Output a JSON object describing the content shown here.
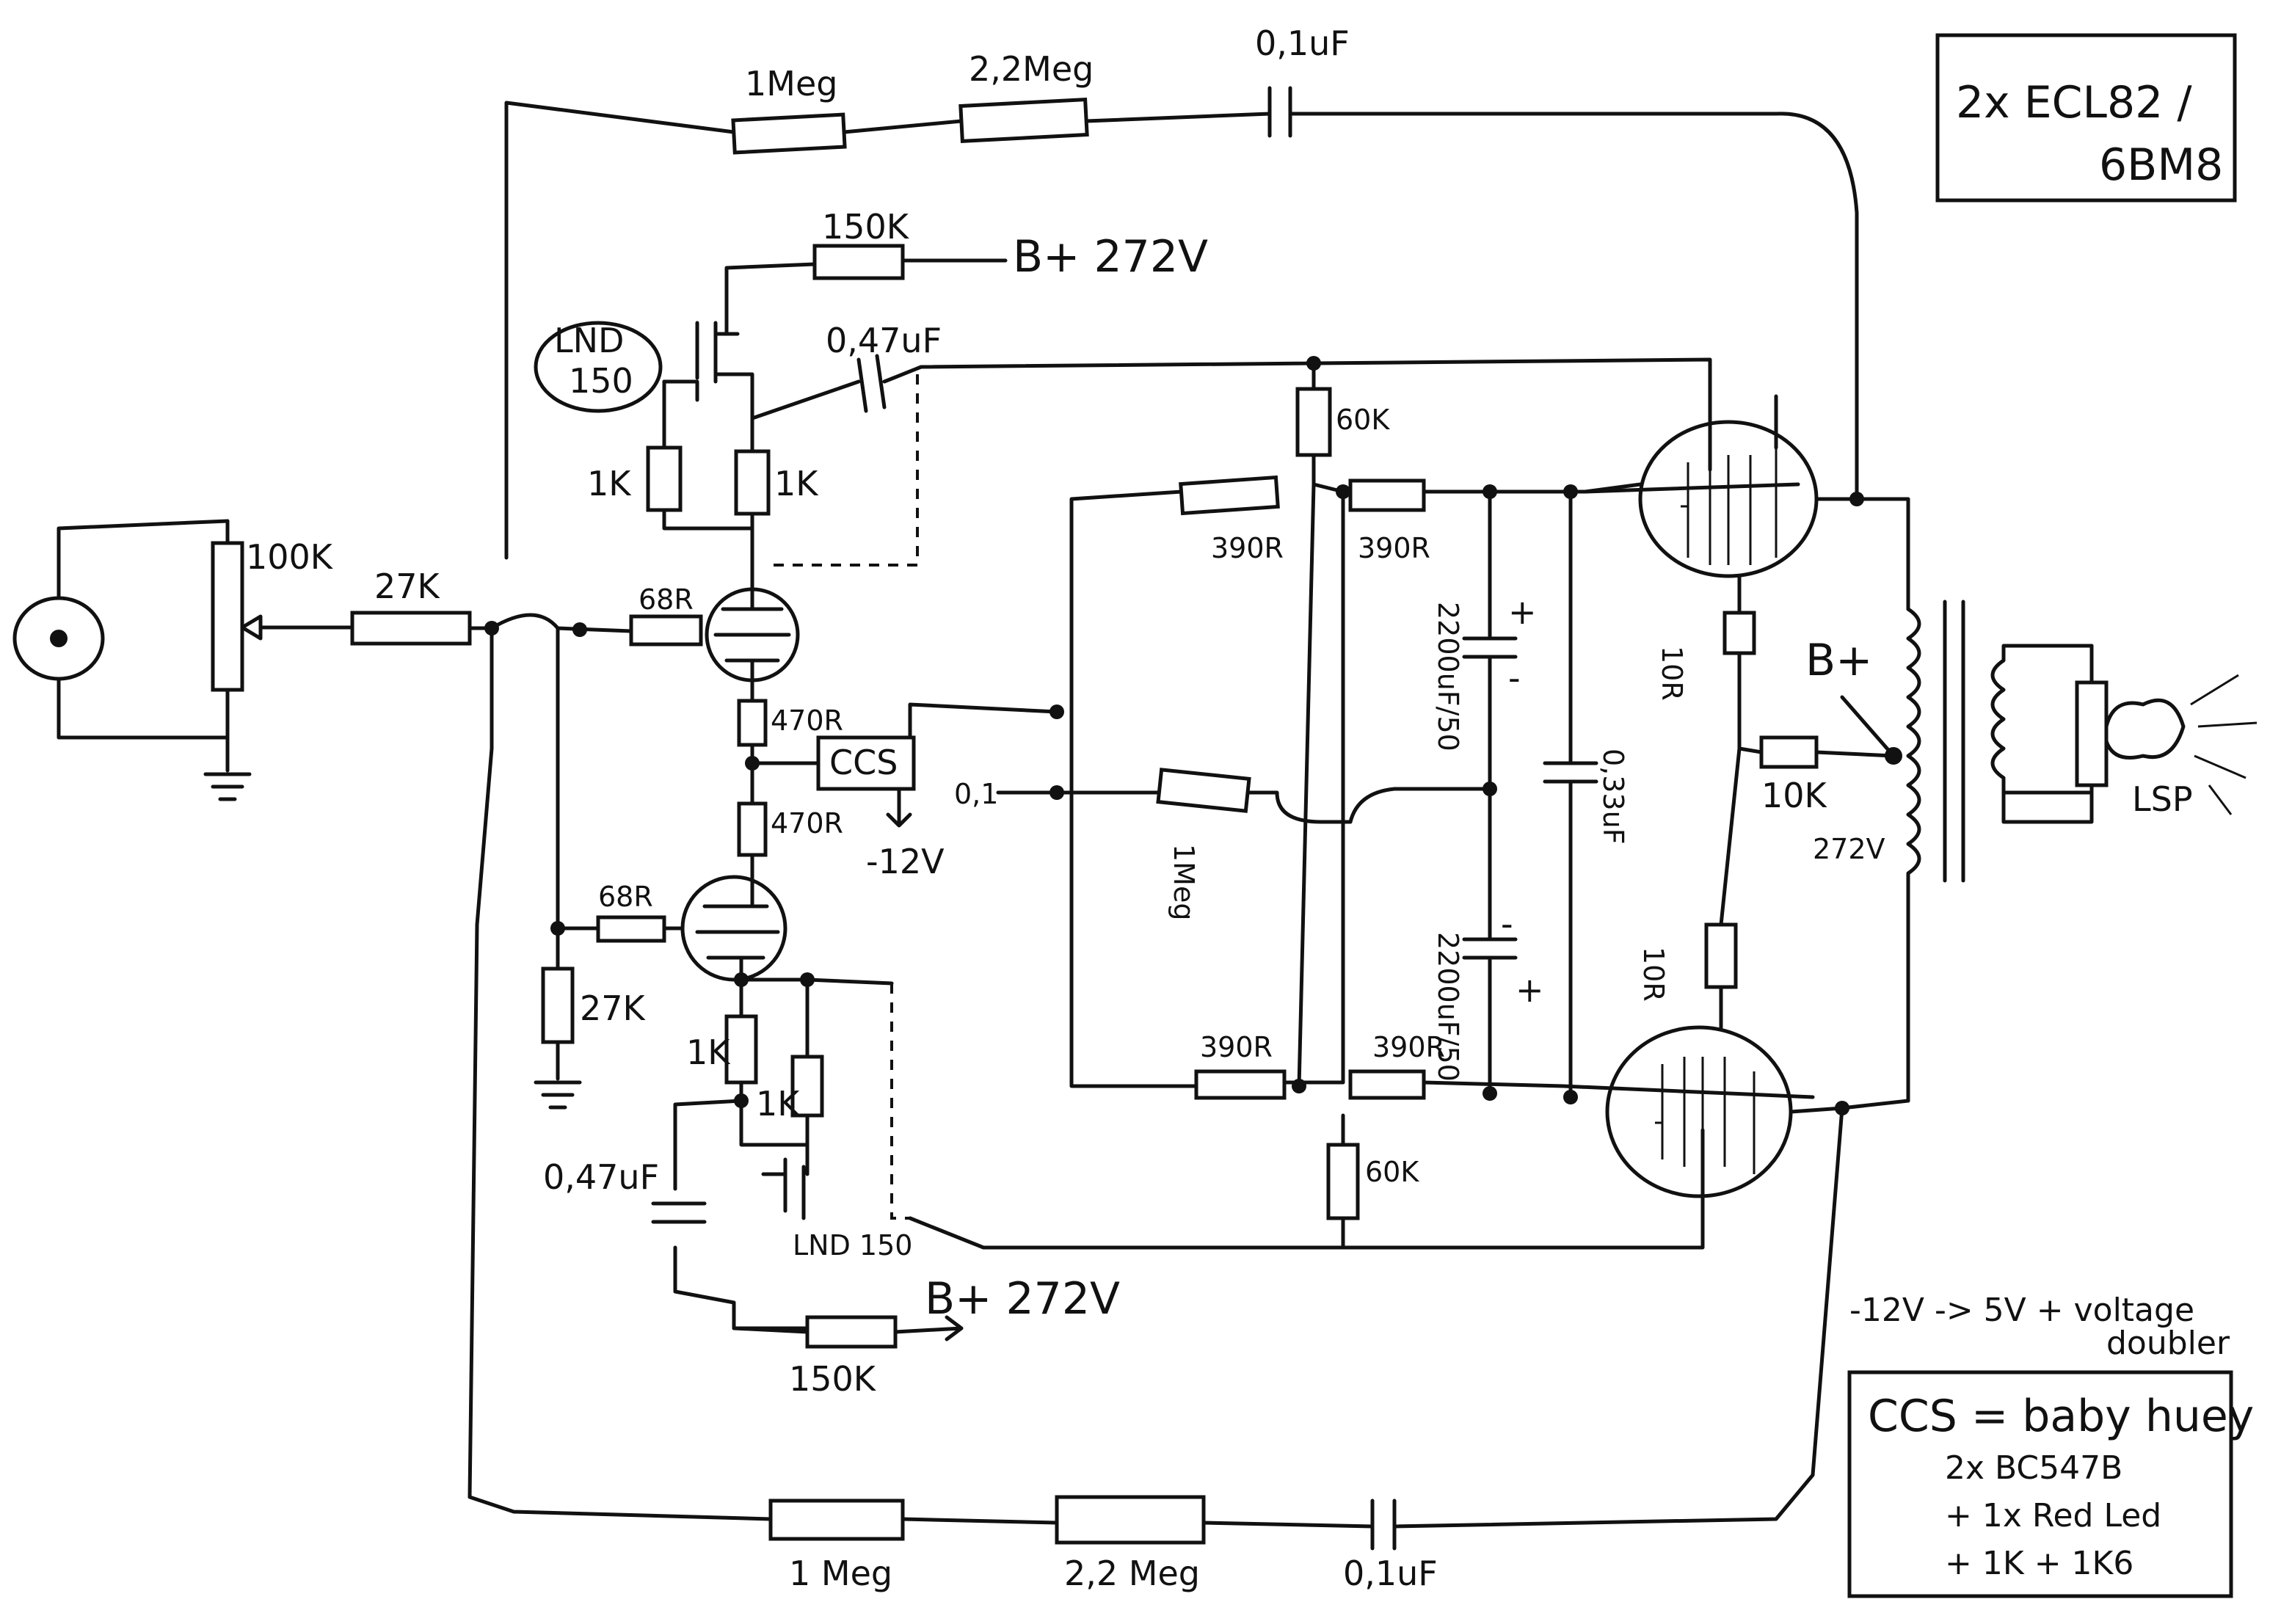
{
  "title_box": {
    "line1": "2x ECL82 /",
    "line2": "6BM8"
  },
  "components": {
    "r_1meg_top": "1Meg",
    "r_22meg_top": "2,2Meg",
    "c_01uf_top": "0,1uF",
    "r_150k_top": "150K",
    "b_plus_272_top": "B+ 272V",
    "lnd150_top": "LND\n150",
    "c_047uf_top": "0,47uF",
    "r_1k_a": "1K",
    "r_1k_b": "1K",
    "pot_100k": "100K",
    "r_27k_input": "27K",
    "r_68r_top": "68R",
    "r_470r_top": "470R",
    "ccs": "CCS",
    "minus_12v": "-12V",
    "r_470r_bot": "470R",
    "r_68r_bot": "68R",
    "r_27k_gnd": "27K",
    "r_1k_c": "1K",
    "r_1k_d": "1K",
    "c_047uf_bot": "0,47uF",
    "lnd150_bot": "LND 150",
    "b_plus_272_bot": "B+ 272V",
    "r_150k_bot": "150K",
    "r_1meg_bot": "1 Meg",
    "r_22meg_bot": "2,2 Meg",
    "c_01uf_bot": "0,1uF",
    "r_60k_top": "60K",
    "r_390r_1": "390R",
    "r_390r_2": "390R",
    "c_2200uf_top": "2200uF/50",
    "c_033uf": "0,33uF",
    "r_1meg_mid": "1Meg",
    "c_2200uf_bot": "2200uF/50",
    "r_390r_3": "390R",
    "r_390r_4": "390R",
    "r_60k_bot": "60K",
    "r_10r_top": "10R",
    "r_10r_bot": "10R",
    "r_10k": "10K",
    "b_plus_out": "B+",
    "v_272_out": "272V",
    "lsp": "LSP",
    "cap_mid": "0,1"
  },
  "notes": {
    "supply_line1": "-12V -> 5V + voltage",
    "supply_line2": "doubler",
    "ccs_title": "CCS = baby huey",
    "ccs_line1": "2x BC547B",
    "ccs_line2": "+ 1x Red Led",
    "ccs_line3": "+ 1K + 1K6"
  }
}
